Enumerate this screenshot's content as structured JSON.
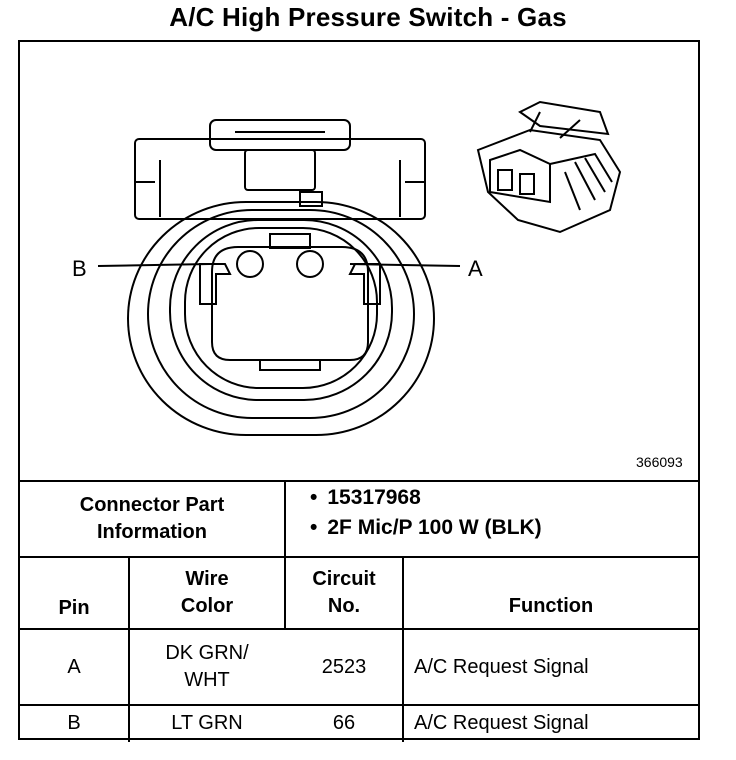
{
  "title": "A/C High Pressure Switch - Gas",
  "diagram": {
    "pin_labels": {
      "a": "A",
      "b": "B"
    },
    "figure_id": "366093"
  },
  "connector_info": {
    "label_line1": "Connector Part",
    "label_line2": "Information",
    "items": [
      "15317968",
      "2F Mic/P 100 W (BLK)"
    ]
  },
  "table": {
    "headers": {
      "pin": "Pin",
      "wire_color_line1": "Wire",
      "wire_color_line2": "Color",
      "circuit_line1": "Circuit",
      "circuit_line2": "No.",
      "function": "Function"
    },
    "rows": [
      {
        "pin": "A",
        "wire_line1": "DK GRN/",
        "wire_line2": "WHT",
        "circuit": "2523",
        "function": "A/C Request Signal"
      },
      {
        "pin": "B",
        "wire_line1": "LT GRN",
        "wire_line2": "",
        "circuit": "66",
        "function": "A/C Request Signal"
      }
    ]
  },
  "colors": {
    "line": "#000000",
    "background": "#ffffff"
  }
}
